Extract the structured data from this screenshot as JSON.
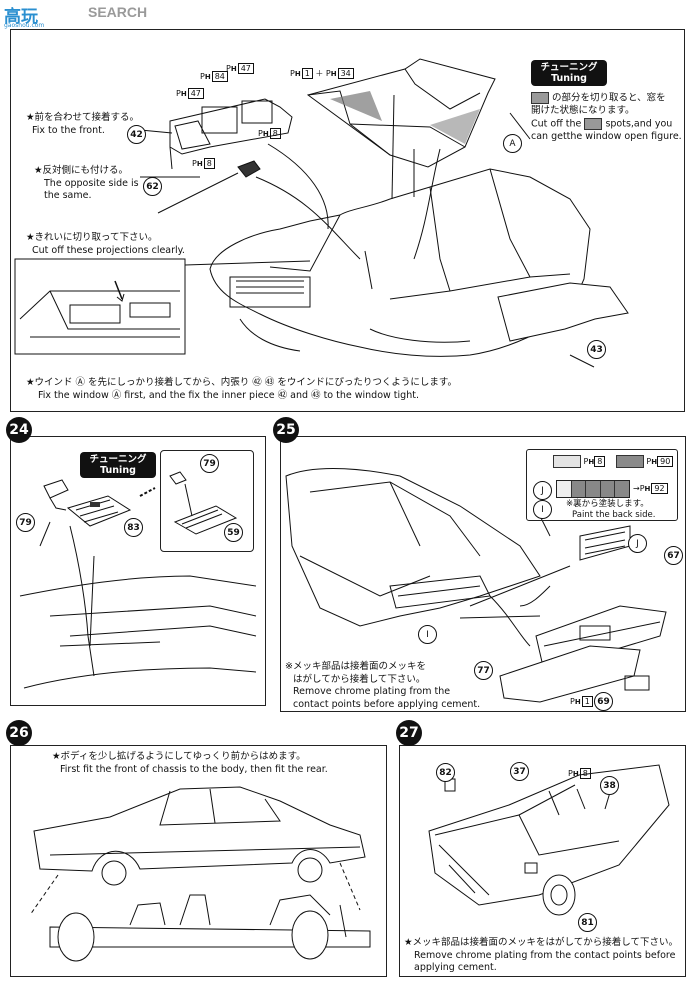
{
  "watermark": {
    "logo_cn": "高玩",
    "logo_sub": "gaoshou.com",
    "site": "MODELHOBBY SEARCH",
    "search": "SEARCH"
  },
  "colors": {
    "ink": "#111111",
    "paint_light": "#dcdcdc",
    "paint_dark": "#8a8a8a"
  },
  "tuning": {
    "jp": "チューニング",
    "en": "Tuning"
  },
  "step23": {
    "tuning_jp_1": "の部分を切り取ると、窓を",
    "tuning_jp_2": "開けた状態になります。",
    "tuning_en_1": "Cut off the",
    "tuning_en_2": "spots,and you",
    "tuning_en_3": "can getthe window open figure.",
    "front_jp": "★前を合わせて接着する。",
    "front_en": "Fix to the front.",
    "opp_jp": "★反対側にも付ける。",
    "opp_en_1": "The opposite side is",
    "opp_en_2": "the same.",
    "cut_jp": "★きれいに切り取って下さい。",
    "cut_en": "Cut off these projections clearly.",
    "win_jp": "★ウインド Ⓐ を先にしっかり接着してから、内張り ㊷ ㊸ をウインドにぴったりつくようにします。",
    "win_en": "Fix the window Ⓐ first, and the fix the inner piece ㊷ and ㊸ to the window tight.",
    "parts": {
      "p42": "42",
      "p62": "62",
      "p43": "43",
      "pA": "A"
    },
    "ph": {
      "ph47a": "47",
      "ph84": "84",
      "ph47b": "47",
      "ph1": "1",
      "ph34": "34",
      "ph8a": "8",
      "ph8b": "8"
    }
  },
  "step24": {
    "num": "24",
    "parts": {
      "p79a": "79",
      "p83": "83",
      "p79b": "79",
      "p59": "59"
    }
  },
  "step25": {
    "num": "25",
    "ph8": "8",
    "ph90": "90",
    "ph92": "92",
    "ph1": "1",
    "j": "J",
    "i": "I",
    "back_jp": "※裏から塗装します。",
    "back_en": "Paint the back side.",
    "chrome_jp_1": "※メッキ部品は接着面のメッキを",
    "chrome_jp_2": "はがしてから接着して下さい。",
    "chrome_en_1": "Remove chrome plating from the",
    "chrome_en_2": "contact points before applying cement.",
    "parts": {
      "p67": "67",
      "p77": "77",
      "p69": "69"
    }
  },
  "step26": {
    "num": "26",
    "jp": "★ボディを少し拡げるようにしてゆっくり前からはめます。",
    "en": "First fit the front of chassis to the body, then fit the rear."
  },
  "step27": {
    "num": "27",
    "ph8": "8",
    "jp": "★メッキ部品は接着面のメッキをはがしてから接着して下さい。",
    "en_1": "Remove chrome plating from the contact points before",
    "en_2": "applying cement.",
    "parts": {
      "p82": "82",
      "p37": "37",
      "p38": "38",
      "p81": "81"
    }
  }
}
